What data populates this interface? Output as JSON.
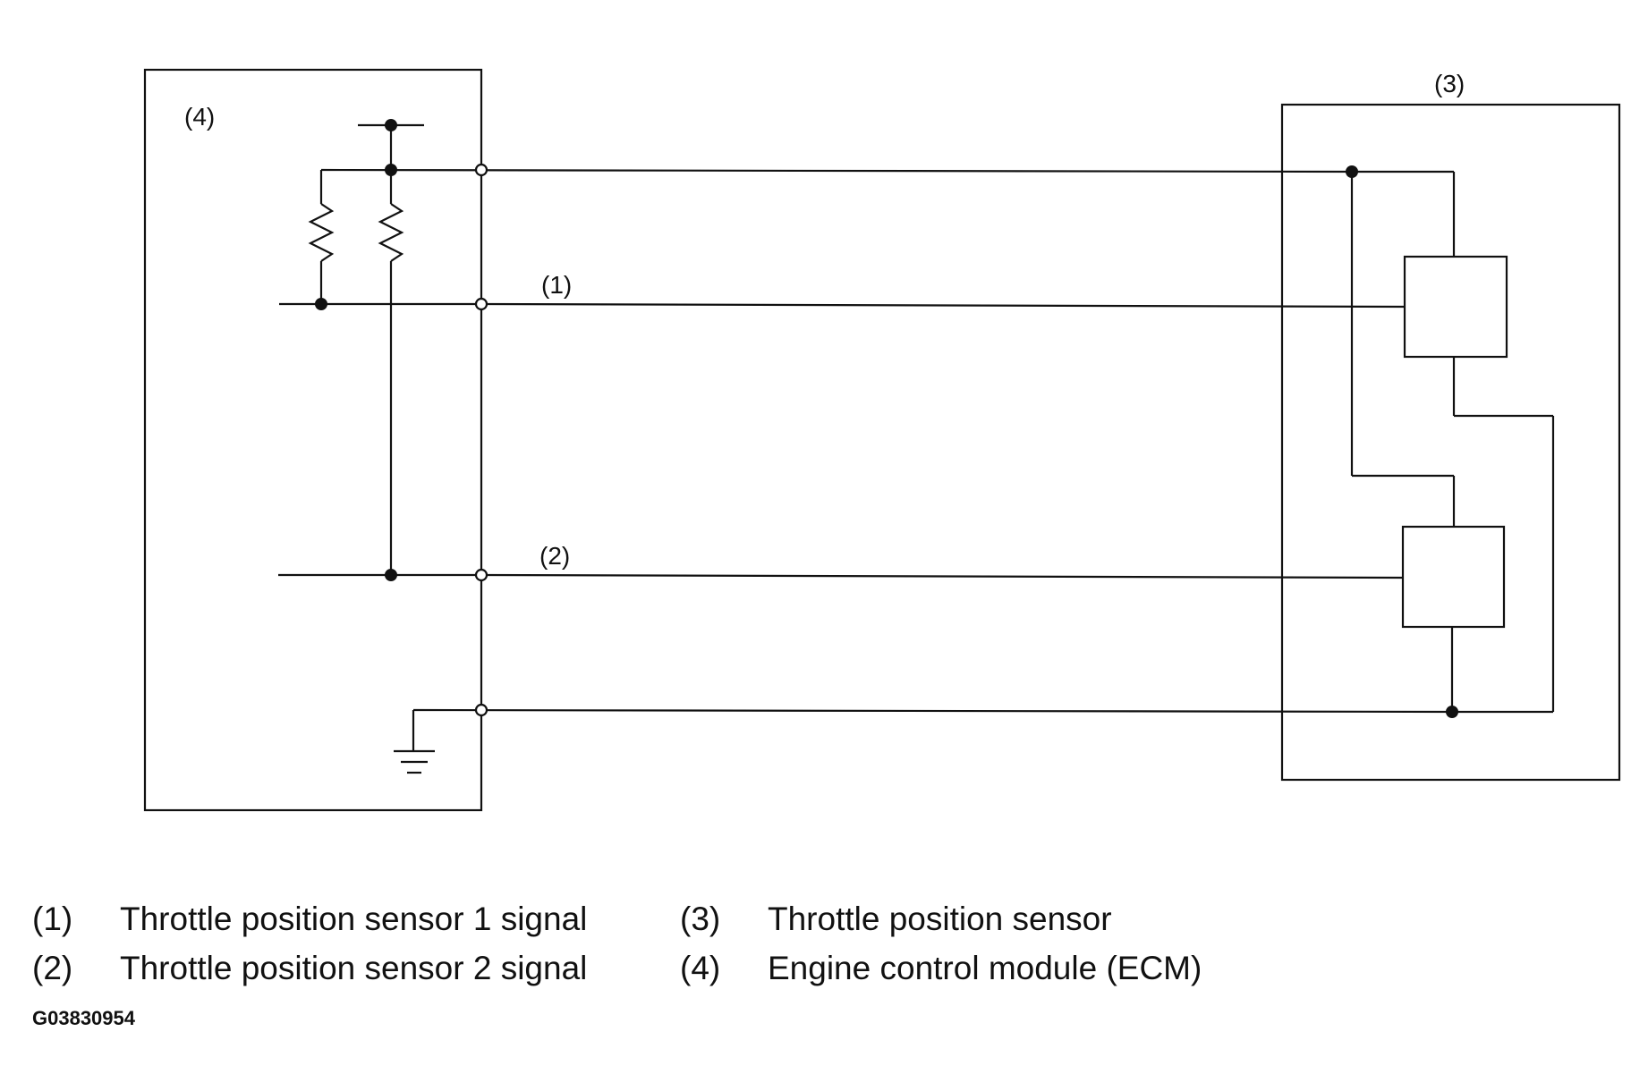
{
  "diagram": {
    "labels": {
      "ecm_tag": "(4)",
      "sensor_tag": "(3)",
      "wire1_tag": "(1)",
      "wire2_tag": "(2)"
    },
    "legend": [
      {
        "num": "(1)",
        "text": "Throttle position sensor 1 signal"
      },
      {
        "num": "(2)",
        "text": "Throttle position sensor 2 signal"
      },
      {
        "num": "(3)",
        "text": "Throttle position sensor"
      },
      {
        "num": "(4)",
        "text": "Engine control module (ECM)"
      }
    ],
    "figure_code": "G03830954"
  }
}
